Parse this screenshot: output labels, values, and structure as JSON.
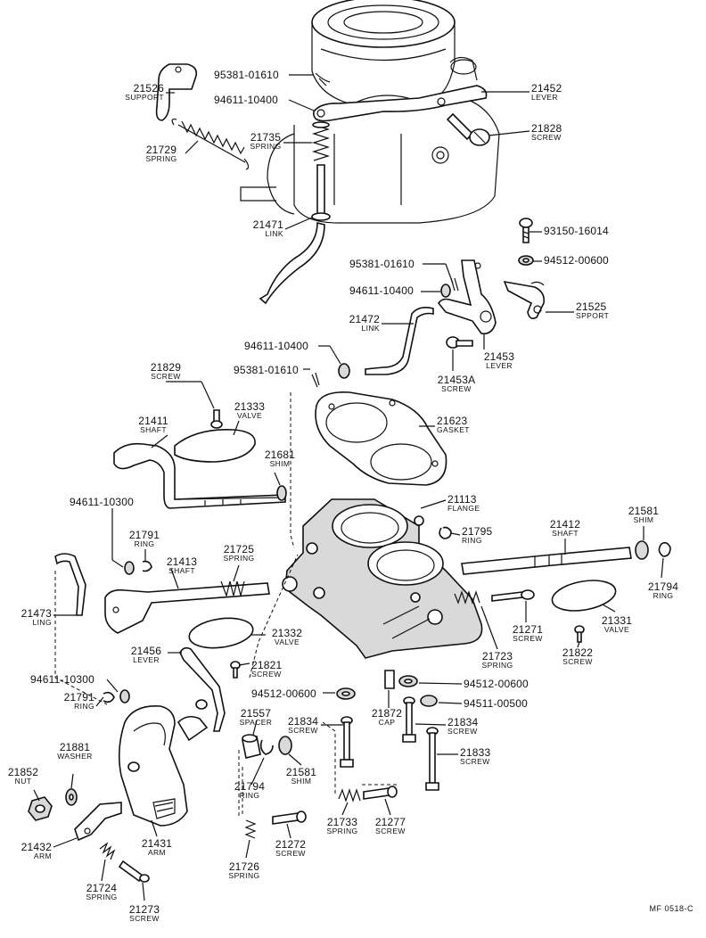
{
  "callouts": {
    "c21526": {
      "part": "21526",
      "name": "SUPPORT"
    },
    "c95381a": {
      "part": "95381-01610"
    },
    "c94611a": {
      "part": "94611-10400"
    },
    "c21452": {
      "part": "21452",
      "name": "LEVER"
    },
    "c21828": {
      "part": "21828",
      "name": "SCREW"
    },
    "c21729": {
      "part": "21729",
      "name": "SPRING"
    },
    "c21735": {
      "part": "21735",
      "name": "SPRING"
    },
    "c21471": {
      "part": "21471",
      "name": "LINK"
    },
    "c93150": {
      "part": "93150-16014"
    },
    "c94512a": {
      "part": "94512-00600"
    },
    "c95381b": {
      "part": "95381-01610"
    },
    "c94611b": {
      "part": "94611-10400"
    },
    "c21525": {
      "part": "21525",
      "name": "SPPORT"
    },
    "c21472": {
      "part": "21472",
      "name": "LINK"
    },
    "c94611c": {
      "part": "94611-10400"
    },
    "c21453": {
      "part": "21453",
      "name": "LEVER"
    },
    "c95381c": {
      "part": "95381-01610"
    },
    "c21453a": {
      "part": "21453A",
      "name": "SCREW"
    },
    "c21829": {
      "part": "21829",
      "name": "SCREW"
    },
    "c21333": {
      "part": "21333",
      "name": "VALVE"
    },
    "c21623": {
      "part": "21623",
      "name": "GASKET"
    },
    "c21411": {
      "part": "21411",
      "name": "SHAFT"
    },
    "c21681": {
      "part": "21681",
      "name": "SHIM"
    },
    "c94611d": {
      "part": "94611-10300"
    },
    "c21113": {
      "part": "21113",
      "name": "FLANGE"
    },
    "c21581a": {
      "part": "21581",
      "name": "SHIM"
    },
    "c21412": {
      "part": "21412",
      "name": "SHAFT"
    },
    "c21795": {
      "part": "21795",
      "name": "RING"
    },
    "c21791a": {
      "part": "21791",
      "name": "RING"
    },
    "c21725": {
      "part": "21725",
      "name": "SPRING"
    },
    "c21413": {
      "part": "21413",
      "name": "SHAFT"
    },
    "c21794a": {
      "part": "21794",
      "name": "RING"
    },
    "c21473": {
      "part": "21473",
      "name": "LING"
    },
    "c21331": {
      "part": "21331",
      "name": "VALVE"
    },
    "c21271": {
      "part": "21271",
      "name": "SCREW"
    },
    "c21332": {
      "part": "21332",
      "name": "VALVE"
    },
    "c21723": {
      "part": "21723",
      "name": "SPRING"
    },
    "c21822": {
      "part": "21822",
      "name": "SCREW"
    },
    "c21456": {
      "part": "21456",
      "name": "LEVER"
    },
    "c21821": {
      "part": "21821",
      "name": "SCREW"
    },
    "c94611e": {
      "part": "94611-10300"
    },
    "c94512b": {
      "part": "94512-00600"
    },
    "c94512c": {
      "part": "94512-00600"
    },
    "c94511": {
      "part": "94511-00500"
    },
    "c21791b": {
      "part": "21791",
      "name": "RING"
    },
    "c21557": {
      "part": "21557",
      "name": "SPACER"
    },
    "c21834a": {
      "part": "21834",
      "name": "SCREW"
    },
    "c21872": {
      "part": "21872",
      "name": "CAP"
    },
    "c21834b": {
      "part": "21834",
      "name": "SCREW"
    },
    "c21881": {
      "part": "21881",
      "name": "WASHER"
    },
    "c21581b": {
      "part": "21581",
      "name": "SHIM"
    },
    "c21833": {
      "part": "21833",
      "name": "SCREW"
    },
    "c21852": {
      "part": "21852",
      "name": "NUT"
    },
    "c21794b": {
      "part": "21794",
      "name": "RING"
    },
    "c21432": {
      "part": "21432",
      "name": "ARM"
    },
    "c21431": {
      "part": "21431",
      "name": "ARM"
    },
    "c21733": {
      "part": "21733",
      "name": "SPRING"
    },
    "c21277": {
      "part": "21277",
      "name": "SCREW"
    },
    "c21272": {
      "part": "21272",
      "name": "SCREW"
    },
    "c21726": {
      "part": "21726",
      "name": "SPRING"
    },
    "c21724": {
      "part": "21724",
      "name": "SPRING"
    },
    "c21273": {
      "part": "21273",
      "name": "SCREW"
    }
  },
  "figure_code": "MF 0518-C"
}
